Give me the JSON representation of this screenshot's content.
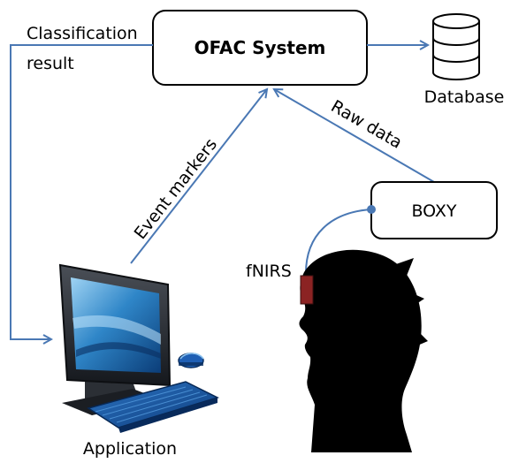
{
  "nodes": {
    "system": "OFAC System",
    "database": "Database",
    "boxy": "BOXY",
    "application": "Application",
    "sensor": "fNIRS"
  },
  "edges": {
    "classification_line1": "Classification",
    "classification_line2": "result",
    "event_markers": "Event markers",
    "raw_data": "Raw data"
  },
  "colors": {
    "arrow": "#4a78b4",
    "box_stroke": "#000000",
    "sensor": "#8b2323",
    "silhouette": "#000000"
  }
}
